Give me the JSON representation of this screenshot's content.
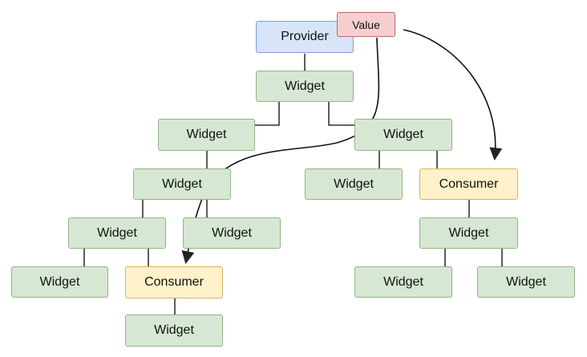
{
  "diagram": {
    "value": "Value",
    "provider": "Provider",
    "widget": "Widget",
    "consumer": "Consumer"
  }
}
